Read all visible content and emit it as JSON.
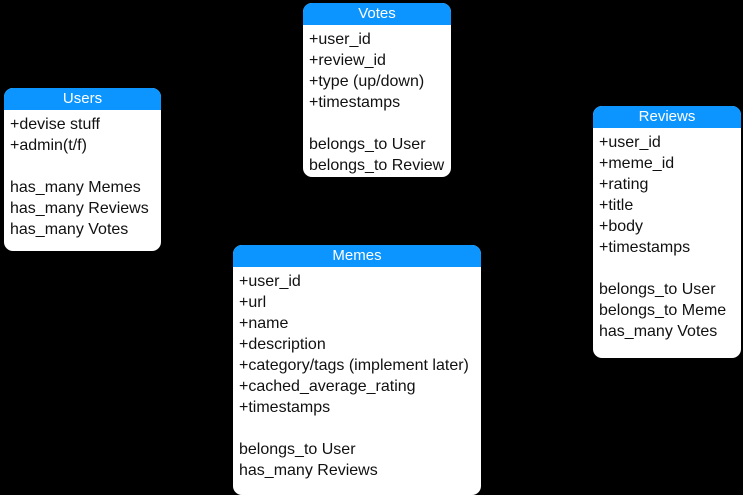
{
  "diagram": {
    "type": "uml-class-diagram",
    "background_color": "#000000",
    "entity_header_color": "#0d95ff",
    "entity_body_color": "#ffffff",
    "entity_text_color": "#111111",
    "entity_title_color": "#ffffff"
  },
  "entities": [
    {
      "id": "users",
      "title": "Users",
      "attributes": [
        "+devise stuff",
        "+admin(t/f)"
      ],
      "associations": [
        "has_many Memes",
        "has_many Reviews",
        "has_many Votes"
      ]
    },
    {
      "id": "votes",
      "title": "Votes",
      "attributes": [
        "+user_id",
        "+review_id",
        "+type (up/down)",
        "+timestamps"
      ],
      "associations": [
        "belongs_to User",
        "belongs_to Review"
      ]
    },
    {
      "id": "reviews",
      "title": "Reviews",
      "attributes": [
        "+user_id",
        "+meme_id",
        "+rating",
        "+title",
        "+body",
        "+timestamps"
      ],
      "associations": [
        "belongs_to User",
        "belongs_to Meme",
        "has_many Votes"
      ]
    },
    {
      "id": "memes",
      "title": "Memes",
      "attributes": [
        "+user_id",
        "+url",
        "+name",
        "+description",
        "+category/tags (implement later)",
        "+cached_average_rating",
        "+timestamps"
      ],
      "associations": [
        "belongs_to User",
        "has_many Reviews"
      ]
    }
  ]
}
